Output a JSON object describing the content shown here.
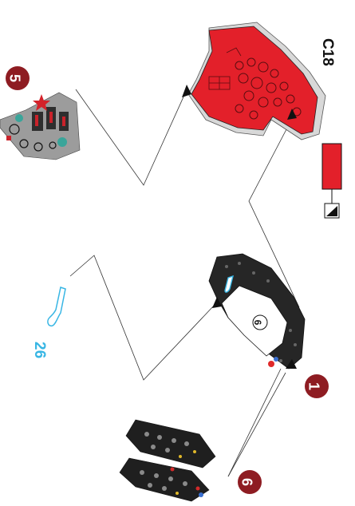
{
  "header": {
    "part_code": "C18"
  },
  "callouts": {
    "step_5": "5",
    "step_1": "1",
    "step_6": "6",
    "part_26": "26",
    "panel_number": "6"
  },
  "colors": {
    "red_part": "#e3202a",
    "step_badge": "#8e1c22",
    "cyan": "#38b6e4",
    "dark_decal": "#2a2a2a",
    "line": "#333333"
  },
  "icons": {
    "paint_swatch": "red-rectangle",
    "decal_symbol": "decal-corner-icon",
    "insertion_arrow": "black-arrowhead"
  }
}
